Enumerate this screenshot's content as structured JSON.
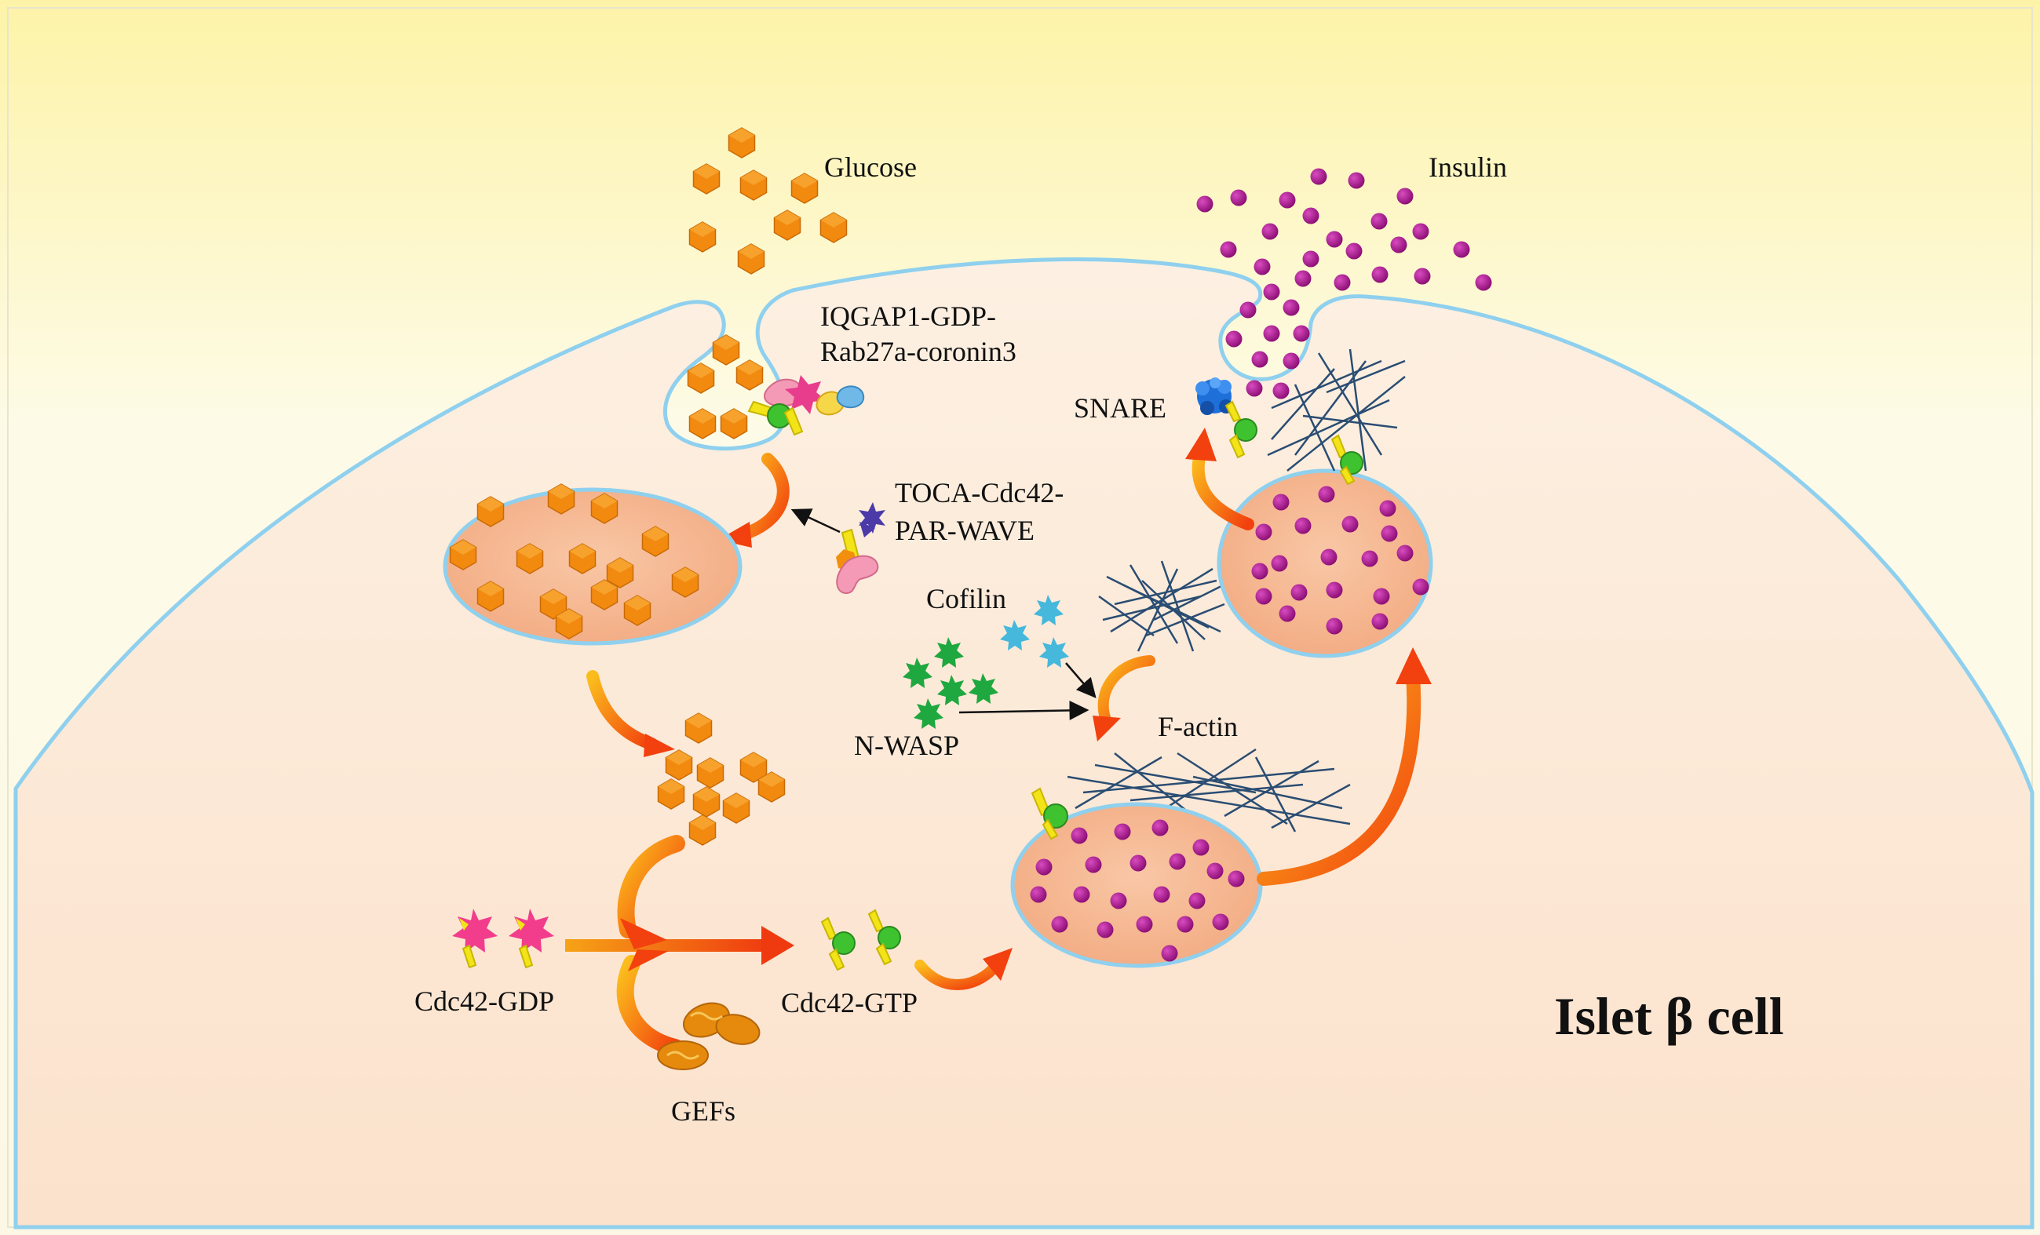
{
  "labels": {
    "glucose": "Glucose",
    "insulin": "Insulin",
    "iqgap_line1": "IQGAP1-GDP-",
    "iqgap_line2": "Rab27a-coronin3",
    "toca_line1": "TOCA-Cdc42-",
    "toca_line2": "PAR-WAVE",
    "cofilin": "Cofilin",
    "nwasp": "N-WASP",
    "factin": "F-actin",
    "snare": "SNARE",
    "cdc42_gdp": "Cdc42-GDP",
    "cdc42_gtp": "Cdc42-GTP",
    "gefs": "GEFs",
    "cell_name": "Islet β cell"
  },
  "colors": {
    "membrane": "#8fd0ee",
    "cell_fill": "#fde8d6",
    "vesicle_fill": "#f6b894",
    "glucose": "#f28a10",
    "insulin": "#a8128c",
    "arrow": "#f24c10",
    "actin": "#2a4d73",
    "gtp_green": "#3fc22f",
    "gdp_pink": "#f23c8c",
    "snare_blue": "#1f6fd8",
    "cofilin_blue": "#45b8dc",
    "nwasp_green": "#1fa83f"
  }
}
